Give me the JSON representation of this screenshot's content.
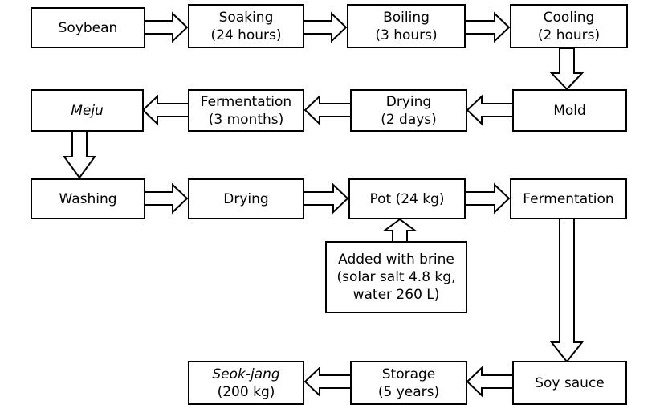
{
  "steps": {
    "soybean": {
      "lines": [
        "Soybean"
      ]
    },
    "soaking": {
      "lines": [
        "Soaking",
        "(24 hours)"
      ]
    },
    "boiling": {
      "lines": [
        "Boiling",
        "(3 hours)"
      ]
    },
    "cooling": {
      "lines": [
        "Cooling",
        "(2 hours)"
      ]
    },
    "mold": {
      "lines": [
        "Mold"
      ]
    },
    "drying_2days": {
      "lines": [
        "Drying",
        "(2 days)"
      ]
    },
    "fermentation_3months": {
      "lines": [
        "Fermentation",
        "(3 months)"
      ]
    },
    "meju": {
      "lines": [
        "Meju"
      ]
    },
    "washing": {
      "lines": [
        "Washing"
      ]
    },
    "drying": {
      "lines": [
        "Drying"
      ]
    },
    "pot": {
      "lines": [
        "Pot (24 kg)"
      ]
    },
    "fermentation": {
      "lines": [
        "Fermentation"
      ]
    },
    "brine": {
      "lines": [
        "Added with brine",
        "(solar salt 4.8 kg,",
        "water 260 L)"
      ]
    },
    "soy_sauce": {
      "lines": [
        "Soy sauce"
      ]
    },
    "storage": {
      "lines": [
        "Storage",
        "(5 years)"
      ]
    },
    "seok_jang": {
      "lines": [
        "Seok-jang",
        "(200 kg)"
      ]
    }
  }
}
